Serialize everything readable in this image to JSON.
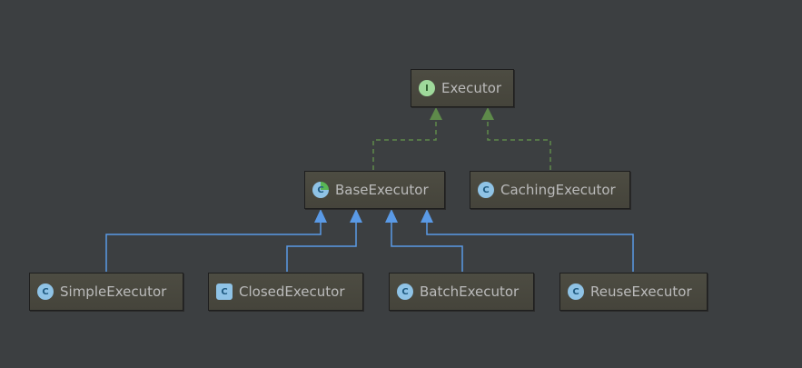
{
  "diagram": {
    "nodes": [
      {
        "id": "executor",
        "label": "Executor",
        "icon": "interface-icon",
        "icon_glyph": "I"
      },
      {
        "id": "base",
        "label": "BaseExecutor",
        "icon": "abstract-class-icon",
        "icon_glyph": "C"
      },
      {
        "id": "caching",
        "label": "CachingExecutor",
        "icon": "class-icon",
        "icon_glyph": "C"
      },
      {
        "id": "simple",
        "label": "SimpleExecutor",
        "icon": "class-icon",
        "icon_glyph": "C"
      },
      {
        "id": "closed",
        "label": "ClosedExecutor",
        "icon": "class-icon",
        "icon_glyph": "C"
      },
      {
        "id": "batch",
        "label": "BatchExecutor",
        "icon": "class-icon",
        "icon_glyph": "C"
      },
      {
        "id": "reuse",
        "label": "ReuseExecutor",
        "icon": "class-icon",
        "icon_glyph": "C"
      }
    ],
    "edges": [
      {
        "from": "base",
        "to": "executor",
        "kind": "implements"
      },
      {
        "from": "caching",
        "to": "executor",
        "kind": "implements"
      },
      {
        "from": "simple",
        "to": "base",
        "kind": "extends"
      },
      {
        "from": "closed",
        "to": "base",
        "kind": "extends"
      },
      {
        "from": "batch",
        "to": "base",
        "kind": "extends"
      },
      {
        "from": "reuse",
        "to": "base",
        "kind": "extends"
      }
    ],
    "colors": {
      "background": "#3c3f41",
      "implements": "#5e8a4a",
      "extends": "#5a9ae6",
      "node_text": "#bbbbbb"
    }
  }
}
